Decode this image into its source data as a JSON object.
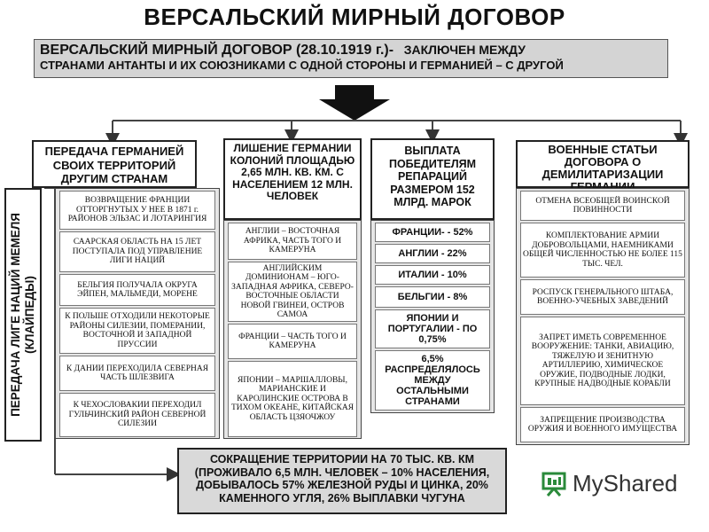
{
  "title": "ВЕРСАЛЬСКИЙ МИРНЫЙ ДОГОВОР",
  "banner": {
    "line1_main": "ВЕРСАЛЬСКИЙ МИРНЫЙ ДОГОВОР (28.10.1919 г.)-",
    "line1_tail": "ЗАКЛЮЧЕН МЕЖДУ",
    "line2": "СТРАНАМИ АНТАНТЫ И ИХ СОЮЗНИКАМИ С ОДНОЙ СТОРОНЫ И ГЕРМАНИЕЙ – С ДРУГОЙ"
  },
  "columns": [
    {
      "heading": "ПЕРЕДАЧА ГЕРМАНИЕЙ СВОИХ ТЕРРИТОРИЙ ДРУГИМ СТРАНАМ",
      "items": [
        "ВОЗВРАЩЕНИЕ ФРАНЦИИ ОТТОРГНУТЫХ У НЕЕ В 1871 г. РАЙОНОВ ЭЛЬЗАС И ЛОТАРИНГИЯ",
        "СААРСКАЯ ОБЛАСТЬ НА 15 ЛЕТ ПОСТУПАЛА ПОД УПРАВЛЕНИЕ ЛИГИ НАЦИЙ",
        "БЕЛЬГИЯ ПОЛУЧАЛА ОКРУГА ЭЙПЕН, МАЛЬМЕДИ, МОРЕНЕ",
        "К ПОЛЬШЕ ОТХОДИЛИ НЕКОТОРЫЕ РАЙОНЫ СИЛЕЗИИ, ПОМЕРАНИИ, ВОСТОЧНОЙ И ЗАПАДНОЙ ПРУССИИ",
        "К ДАНИИ ПЕРЕХОДИЛА СЕВЕРНАЯ ЧАСТЬ ШЛЕЗВИГА",
        "К ЧЕХОСЛОВАКИИ ПЕРЕХОДИЛ ГУЛЬЧИНСКИЙ РАЙОН СЕВЕРНОЙ СИЛЕЗИИ"
      ]
    },
    {
      "heading": "ЛИШЕНИЕ ГЕРМАНИИ КОЛОНИЙ ПЛОЩАДЬЮ 2,65 МЛН. КВ. КМ. С НАСЕЛЕНИЕМ 12 МЛН. ЧЕЛОВЕК",
      "items": [
        "АНГЛИИ – ВОСТОЧНАЯ АФРИКА, ЧАСТЬ ТОГО И КАМЕРУНА",
        "АНГЛИЙСКИМ ДОМИНИОНАМ – ЮГО-ЗАПАДНАЯ АФРИКА, СЕВЕРО-ВОСТОЧНЫЕ ОБЛАСТИ НОВОЙ ГВИНЕИ, ОСТРОВ САМОА",
        "ФРАНЦИИ – ЧАСТЬ ТОГО И КАМЕРУНА",
        "ЯПОНИИ – МАРШАЛЛОВЫ, МАРИАНСКИЕ И КАРОЛИНСКИЕ ОСТРОВА В ТИХОМ ОКЕАНЕ, КИТАЙСКАЯ ОБЛАСТЬ ЦЗЯОЧЖОУ"
      ]
    },
    {
      "heading": "ВЫПЛАТА ПОБЕДИТЕЛЯМ РЕПАРАЦИЙ РАЗМЕРОМ 152 МЛРД. МАРОК",
      "items": [
        "ФРАНЦИИ- - 52%",
        "АНГЛИИ - 22%",
        "ИТАЛИИ - 10%",
        "БЕЛЬГИИ - 8%",
        "ЯПОНИИ И ПОРТУГАЛИИ - ПО 0,75%",
        "6,5% РАСПРЕДЕЛЯЛОСЬ МЕЖДУ ОСТАЛЬНЫМИ СТРАНАМИ"
      ]
    },
    {
      "heading": "ВОЕННЫЕ СТАТЬИ ДОГОВОРА О ДЕМИЛИТАРИЗАЦИИ ГЕРМАНИИ",
      "items": [
        "ОТМЕНА ВСЕОБЩЕЙ ВОИНСКОЙ ПОВИННОСТИ",
        "КОМПЛЕКТОВАНИЕ АРМИИ ДОБРОВОЛЬЦАМИ, НАЕМНИКАМИ ОБЩЕЙ ЧИСЛЕННОСТЬЮ НЕ БОЛЕЕ 115 ТЫС. ЧЕЛ.",
        "РОСПУСК ГЕНЕРАЛЬНОГО ШТАБА, ВОЕННО-УЧЕБНЫХ ЗАВЕДЕНИЙ",
        "ЗАПРЕТ ИМЕТЬ СОВРЕМЕННОЕ ВООРУЖЕНИЕ: ТАНКИ, АВИАЦИЮ, ТЯЖЕЛУЮ И ЗЕНИТНУЮ АРТИЛЛЕРИЮ, ХИМИЧЕСКОЕ ОРУЖИЕ, ПОДВОДНЫЕ ЛОДКИ, КРУПНЫЕ НАДВОДНЫЕ КОРАБЛИ",
        "ЗАПРЕЩЕНИЕ ПРОИЗВОДСТВА ОРУЖИЯ И ВОЕННОГО ИМУЩЕСТВА"
      ]
    }
  ],
  "side_box": "ПЕРЕДАЧА ЛИГЕ НАЦИЙ МЕМЕЛЯ (КЛАЙПЕДЫ)",
  "bottom_box": "СОКРАЩЕНИЕ ТЕРРИТОРИИ НА 70 ТЫС. КВ. КМ (ПРОЖИВАЛО 6,5 МЛН. ЧЕЛОВЕК – 10% НАСЕЛЕНИЯ, ДОБЫВАЛОСЬ 57% ЖЕЛЕЗНОЙ РУДЫ И ЦИНКА, 20% КАМЕННОГО УГЛЯ, 26% ВЫПЛАВКИ ЧУГУНА",
  "logo": {
    "text": "MyShared",
    "icon": "presentation-board-icon",
    "color": "#2a8a3a"
  }
}
